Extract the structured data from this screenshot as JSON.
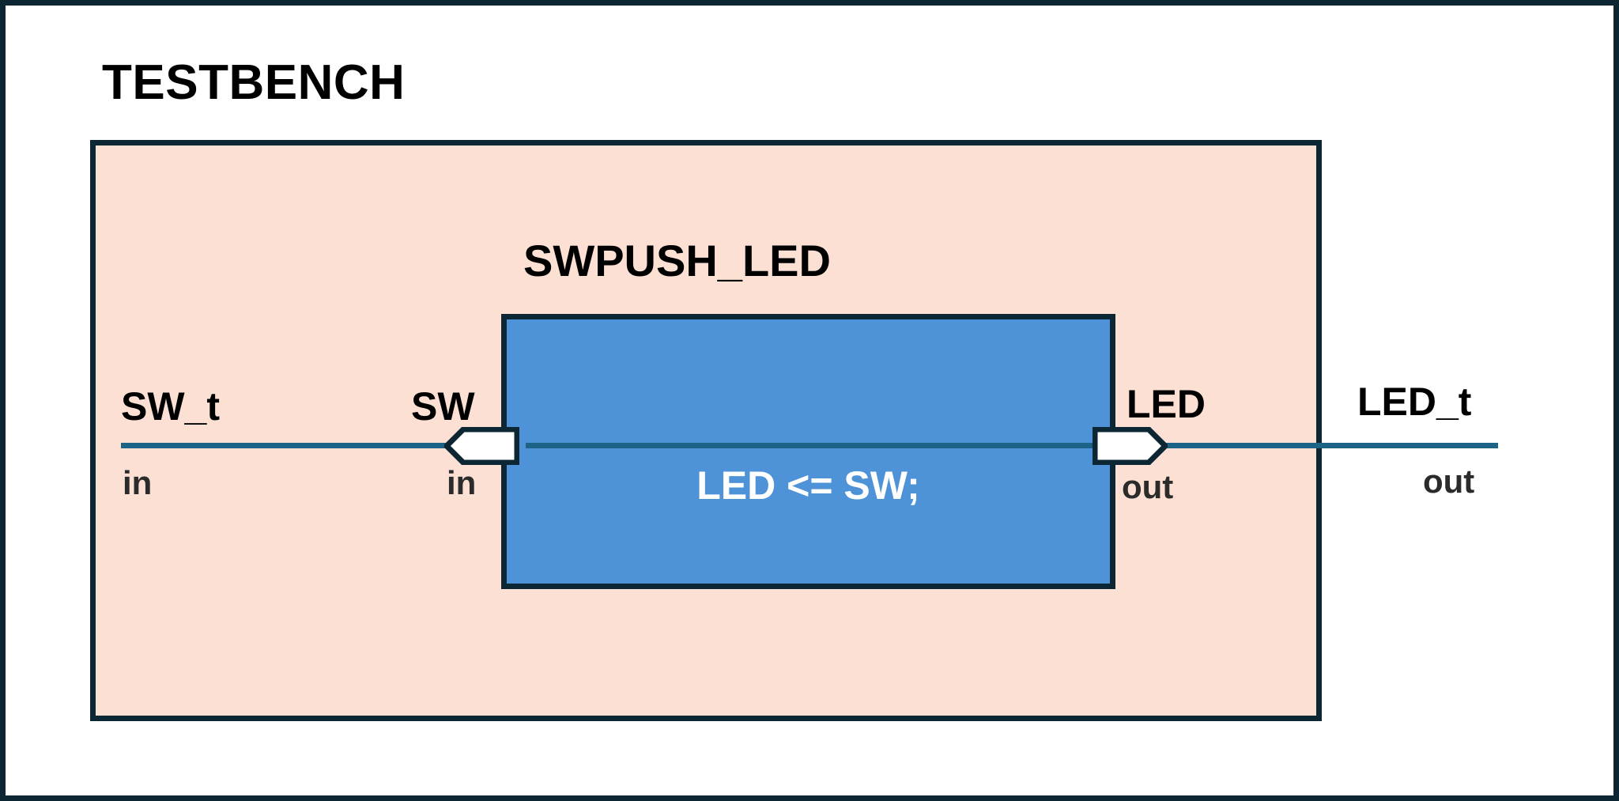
{
  "testbench": {
    "title": "TESTBENCH",
    "fill_color": "#fbe0d3",
    "border_color": "#0d2633"
  },
  "dut": {
    "title": "SWPUSH_LED",
    "code": "LED <= SW;",
    "fill_color": "#4e93d8",
    "border_color": "#0d2633",
    "code_color": "#ffffff"
  },
  "wire": {
    "color": "#1c6387",
    "signal": "SW_t"
  },
  "ports": {
    "input": {
      "port_name": "SW",
      "port_direction": "in",
      "shape": "input-port-pentagon",
      "fill": "#ffffff"
    },
    "output": {
      "port_name": "LED",
      "port_direction": "out",
      "shape": "output-port-pentagon",
      "fill": "#ffffff"
    }
  },
  "signals": {
    "left": {
      "name": "SW_t",
      "direction": "in"
    },
    "right": {
      "name": "LED_t",
      "direction": "out"
    }
  }
}
